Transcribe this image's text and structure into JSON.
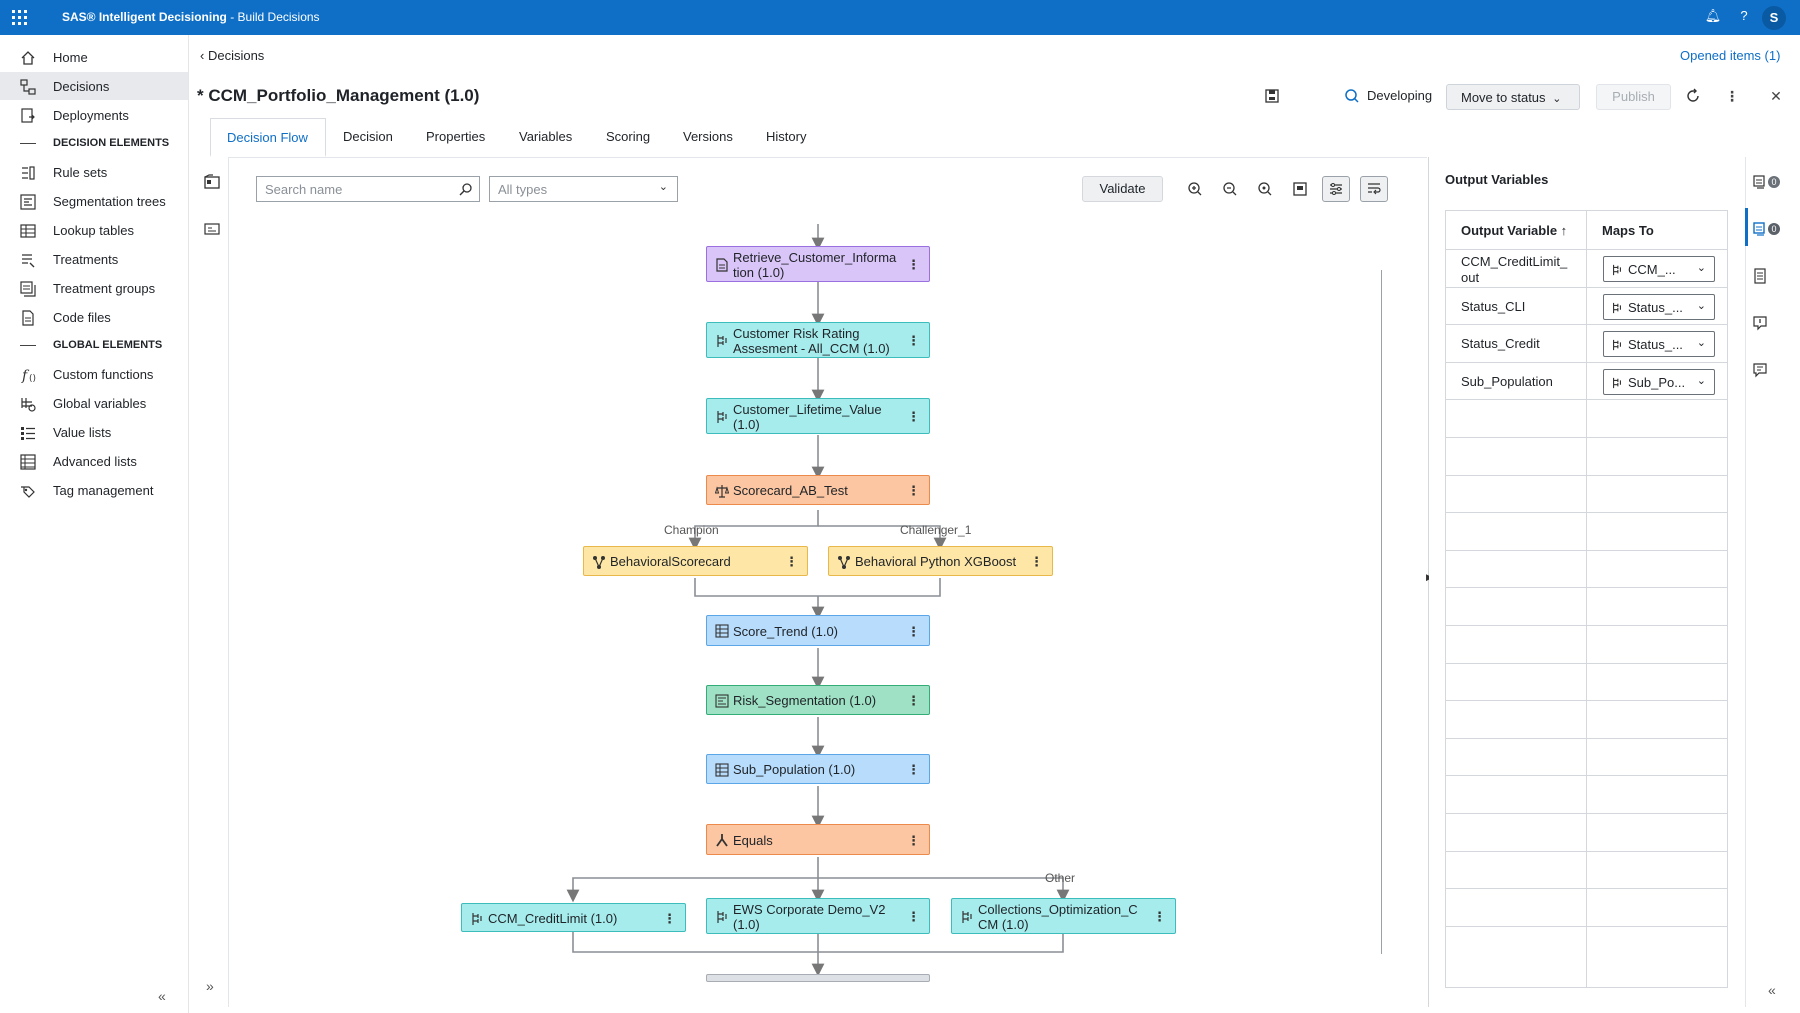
{
  "app": {
    "title_brand": "SAS® Intelligent Decisioning",
    "title_page": " - Build Decisions",
    "user_initial": "S"
  },
  "sidebar": {
    "items": [
      {
        "label": "Home",
        "icon": "home-icon"
      },
      {
        "label": "Decisions",
        "icon": "decision-icon"
      },
      {
        "label": "Deployments",
        "icon": "deployment-icon"
      }
    ],
    "decision_elements_heading": "DECISION ELEMENTS",
    "decision_elements": [
      {
        "label": "Rule sets",
        "icon": "ruleset-icon"
      },
      {
        "label": "Segmentation trees",
        "icon": "segmentation-tree-icon"
      },
      {
        "label": "Lookup tables",
        "icon": "lookup-table-icon"
      },
      {
        "label": "Treatments",
        "icon": "treatment-icon"
      },
      {
        "label": "Treatment groups",
        "icon": "treatment-group-icon"
      },
      {
        "label": "Code files",
        "icon": "code-file-icon"
      }
    ],
    "global_elements_heading": "GLOBAL ELEMENTS",
    "global_elements": [
      {
        "label": "Custom functions",
        "icon": "function-icon"
      },
      {
        "label": "Global variables",
        "icon": "global-variable-icon"
      },
      {
        "label": "Value lists",
        "icon": "value-list-icon"
      },
      {
        "label": "Advanced lists",
        "icon": "advanced-list-icon"
      },
      {
        "label": "Tag management",
        "icon": "tag-icon"
      }
    ],
    "collapse_glyph": "«"
  },
  "header": {
    "breadcrumb": "Decisions",
    "opened_items": "Opened items (1)",
    "title": "* CCM_Portfolio_Management (1.0)",
    "status": "Developing",
    "move_to_status": "Move to status",
    "publish": "Publish"
  },
  "tabs": [
    "Decision Flow",
    "Decision",
    "Properties",
    "Variables",
    "Scoring",
    "Versions",
    "History"
  ],
  "toolbar": {
    "search_placeholder": "Search name",
    "type_filter": "All types",
    "validate": "Validate"
  },
  "flow": {
    "nodes": [
      {
        "label": "Retrieve_Customer_Informa tion (1.0)",
        "kind": "purple",
        "icon": "code-file-icon"
      },
      {
        "label": "Customer Risk Rating Assesment - All_CCM (1.0)",
        "kind": "teal",
        "icon": "model-icon"
      },
      {
        "label": "Customer_Lifetime_Value (1.0)",
        "kind": "teal",
        "icon": "model-icon"
      },
      {
        "label": "Scorecard_AB_Test",
        "kind": "orange",
        "icon": "ab-test-icon"
      },
      {
        "label": "BehavioralScorecard",
        "kind": "yellow",
        "icon": "branch-icon"
      },
      {
        "label": "Behavioral Python XGBoost",
        "kind": "yellow",
        "icon": "branch-icon"
      },
      {
        "label": "Score_Trend (1.0)",
        "kind": "blue",
        "icon": "ruleset-icon"
      },
      {
        "label": "Risk_Segmentation (1.0)",
        "kind": "green",
        "icon": "segmentation-tree-icon"
      },
      {
        "label": "Sub_Population (1.0)",
        "kind": "blue",
        "icon": "ruleset-icon"
      },
      {
        "label": "Equals",
        "kind": "orange",
        "icon": "branch-merge-icon"
      },
      {
        "label": "CCM_CreditLimit (1.0)",
        "kind": "teal",
        "icon": "model-icon"
      },
      {
        "label": "EWS Corporate Demo_V2 (1.0)",
        "kind": "teal",
        "icon": "model-icon"
      },
      {
        "label": "Collections_Optimization_C CM (1.0)",
        "kind": "teal",
        "icon": "model-icon"
      }
    ],
    "edge_labels": {
      "champion": "Champion",
      "challenger": "Challenger_1",
      "other": "Other"
    },
    "menu_glyph": "⋮"
  },
  "output_panel": {
    "title": "Output Variables",
    "col_variable": "Output Variable ↑",
    "col_maps_to": "Maps To",
    "rows": [
      {
        "variable": "CCM_CreditLimit_ out",
        "maps_to": "CCM_..."
      },
      {
        "variable": "Status_CLI",
        "maps_to": "Status_..."
      },
      {
        "variable": "Status_Credit",
        "maps_to": "Status_..."
      },
      {
        "variable": "Sub_Population",
        "maps_to": "Sub_Po..."
      }
    ],
    "empty_rows": 15
  },
  "rail": {
    "badges": [
      "0",
      "0"
    ],
    "collapse_glyph": "«"
  },
  "colors": {
    "brand": "#0f6fc6",
    "node_purple": "#d9c5f7",
    "node_teal": "#a6ecec",
    "node_orange": "#fbc6a1",
    "node_yellow": "#fde6a6",
    "node_blue": "#b8dcfb",
    "node_green": "#9fe1c4"
  }
}
